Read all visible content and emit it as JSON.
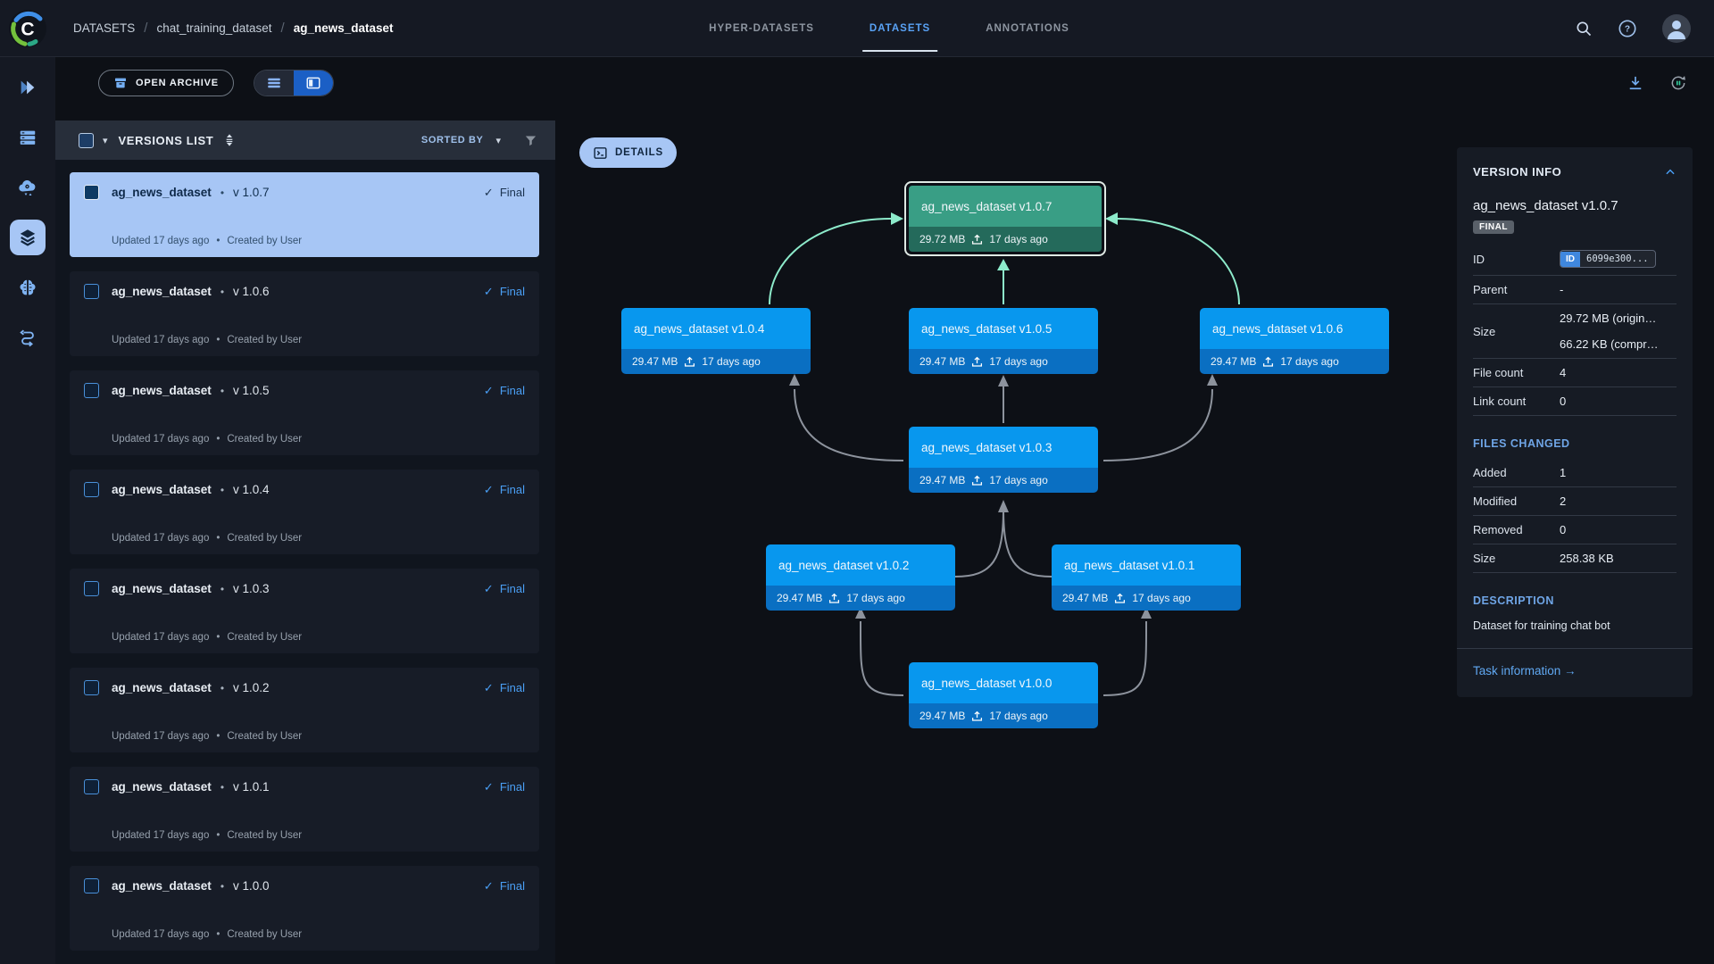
{
  "colors": {
    "accent": "#4a9ff5",
    "selected_row": "#a7c6f5",
    "node_blue": "#0897ee",
    "node_blue_footer": "#0a6fc2",
    "node_green": "#399e85",
    "node_green_footer": "#246a5b",
    "edge_highlight": "#8debcb",
    "edge_gray": "#8d939d"
  },
  "icons": {
    "check": "✓",
    "caret": "▾",
    "bullet": "•"
  },
  "navbar": {
    "logo_letter": "C",
    "help_glyph": "?",
    "breadcrumb": [
      {
        "label": "DATASETS"
      },
      {
        "label": "chat_training_dataset"
      },
      {
        "label": "ag_news_dataset"
      }
    ],
    "separator": "/",
    "tabs": [
      {
        "label": "HYPER-DATASETS",
        "active": false
      },
      {
        "label": "DATASETS",
        "active": true
      },
      {
        "label": "ANNOTATIONS",
        "active": false
      }
    ]
  },
  "toolbar": {
    "open_archive_label": "OPEN ARCHIVE"
  },
  "versions_panel": {
    "title": "VERSIONS LIST",
    "sorted_by_label": "SORTED BY",
    "items": [
      {
        "name": "ag_news_dataset",
        "version": "v 1.0.7",
        "status": "Final",
        "updated": "Updated 17 days ago",
        "created": "Created by User",
        "selected": true
      },
      {
        "name": "ag_news_dataset",
        "version": "v 1.0.6",
        "status": "Final",
        "updated": "Updated 17 days ago",
        "created": "Created by User",
        "selected": false
      },
      {
        "name": "ag_news_dataset",
        "version": "v 1.0.5",
        "status": "Final",
        "updated": "Updated 17 days ago",
        "created": "Created by User",
        "selected": false
      },
      {
        "name": "ag_news_dataset",
        "version": "v 1.0.4",
        "status": "Final",
        "updated": "Updated 17 days ago",
        "created": "Created by User",
        "selected": false
      },
      {
        "name": "ag_news_dataset",
        "version": "v 1.0.3",
        "status": "Final",
        "updated": "Updated 17 days ago",
        "created": "Created by User",
        "selected": false
      },
      {
        "name": "ag_news_dataset",
        "version": "v 1.0.2",
        "status": "Final",
        "updated": "Updated 17 days ago",
        "created": "Created by User",
        "selected": false
      },
      {
        "name": "ag_news_dataset",
        "version": "v 1.0.1",
        "status": "Final",
        "updated": "Updated 17 days ago",
        "created": "Created by User",
        "selected": false
      },
      {
        "name": "ag_news_dataset",
        "version": "v 1.0.0",
        "status": "Final",
        "updated": "Updated 17 days ago",
        "created": "Created by User",
        "selected": false
      }
    ]
  },
  "graph": {
    "details_label": "DETAILS",
    "nodes": [
      {
        "title": "ag_news_dataset v1.0.7",
        "size": "29.72 MB",
        "age": "17 days ago",
        "state": "selected"
      },
      {
        "title": "ag_news_dataset v1.0.4",
        "size": "29.47 MB",
        "age": "17 days ago",
        "state": "default"
      },
      {
        "title": "ag_news_dataset v1.0.5",
        "size": "29.47 MB",
        "age": "17 days ago",
        "state": "default"
      },
      {
        "title": "ag_news_dataset v1.0.6",
        "size": "29.47 MB",
        "age": "17 days ago",
        "state": "default"
      },
      {
        "title": "ag_news_dataset v1.0.3",
        "size": "29.47 MB",
        "age": "17 days ago",
        "state": "default"
      },
      {
        "title": "ag_news_dataset v1.0.2",
        "size": "29.47 MB",
        "age": "17 days ago",
        "state": "default"
      },
      {
        "title": "ag_news_dataset v1.0.1",
        "size": "29.47 MB",
        "age": "17 days ago",
        "state": "default"
      },
      {
        "title": "ag_news_dataset v1.0.0",
        "size": "29.47 MB",
        "age": "17 days ago",
        "state": "default"
      }
    ]
  },
  "version_info": {
    "header": "VERSION INFO",
    "title": "ag_news_dataset v1.0.7",
    "badge": "FINAL",
    "id_label": "ID",
    "id_chip": "ID",
    "id_value": "6099e300...",
    "parent_label": "Parent",
    "parent_value": "-",
    "size_label": "Size",
    "size_value_original": "29.72 MB (origin…",
    "size_value_compressed": "66.22 KB (compr…",
    "file_count_label": "File count",
    "file_count_value": "4",
    "link_count_label": "Link count",
    "link_count_value": "0",
    "files_changed": {
      "header": "FILES CHANGED",
      "added_label": "Added",
      "added_value": "1",
      "modified_label": "Modified",
      "modified_value": "2",
      "removed_label": "Removed",
      "removed_value": "0",
      "size_label": "Size",
      "size_value": "258.38 KB"
    },
    "description_header": "DESCRIPTION",
    "description_text": "Dataset for training chat bot",
    "task_link": "Task information →"
  }
}
